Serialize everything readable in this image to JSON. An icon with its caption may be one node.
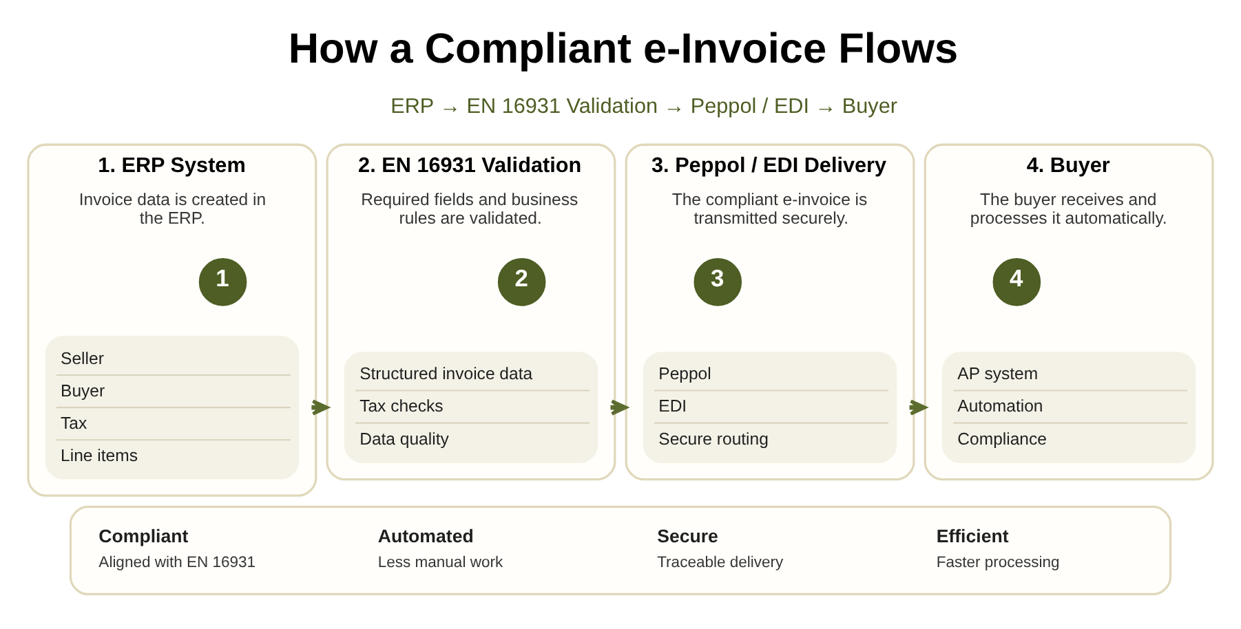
{
  "diagram": {
    "title": "How a Compliant e-Invoice Flows",
    "nodes": [
      {
        "text": [
          "1. ERP System",
          "Invoice data is created in the ERP."
        ]
      },
      {
        "text": [
          "1"
        ],
        "in": 0
      },
      {
        "text": [
          "Seller",
          "Buyer",
          "Tax",
          "Line items"
        ],
        "in": 0
      },
      {
        "text": [
          "2. EN 16931 Validation",
          "Required fields and business rules are validated."
        ]
      },
      {
        "text": [
          "2"
        ],
        "in": 3
      },
      {
        "text": [
          "Structured invoice data",
          "Tax checks",
          "Data quality"
        ],
        "in": 3
      },
      {
        "text": [
          "3. Peppol / EDI Delivery",
          "The compliant e-invoice is transmitted securely."
        ]
      },
      {
        "text": [
          "3"
        ],
        "in": 6
      },
      {
        "text": [
          "Peppol",
          "EDI",
          "Secure routing"
        ],
        "in": 6
      },
      {
        "text": [
          "4. Buyer",
          "The buyer receives and processes it automatically."
        ]
      },
      {
        "text": [
          "4"
        ],
        "in": 9
      },
      {
        "text": [
          "AP system",
          "Automation",
          "Compliance"
        ],
        "in": 9
      },
      {
        "text": [],
        "shape": "box"
      },
      {
        "text": [
          "Compliant",
          "Aligned with EN 16931"
        ],
        "in": 12
      },
      {
        "text": [
          "Automated",
          "Less manual work"
        ],
        "in": 12
      },
      {
        "text": [
          "Secure",
          "Traceable delivery"
        ],
        "in": 12
      },
      {
        "text": [
          "Efficient",
          "Faster processing"
        ],
        "in": 12
      }
    ],
    "edges": [
      {
        "from": 0,
        "to": 3,
        "arrow": "to"
      },
      {
        "from": 3,
        "to": 6,
        "arrow": "to"
      },
      {
        "from": 6,
        "to": 9,
        "arrow": "to"
      }
    ],
    "labels": [
      "ERP → EN 16931 Validation → Peppol / EDI → Buyer"
    ]
  }
}
